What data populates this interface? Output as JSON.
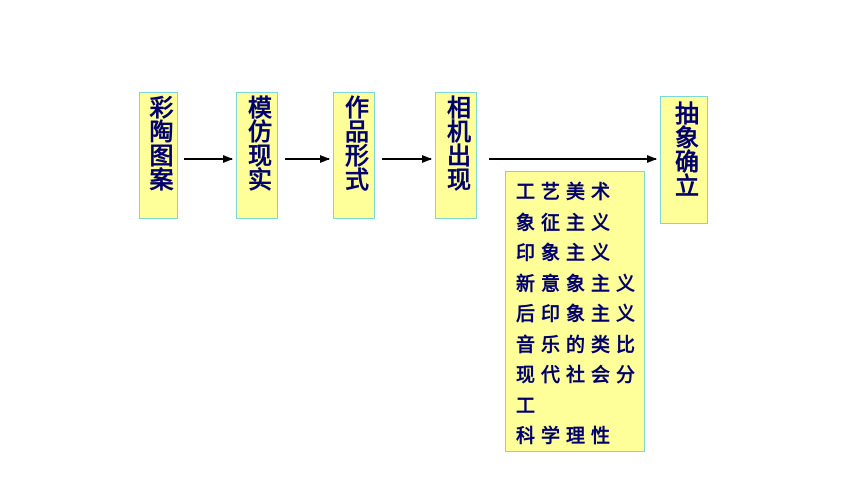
{
  "flow": {
    "step1": "彩陶图案",
    "step2": "模仿现实",
    "step3": "作品形式",
    "step4": "相机出现",
    "step5": "抽象确立"
  },
  "causes": [
    "工艺美术",
    "象征主义",
    "印象主义",
    "新意象主义",
    "后印象主义",
    "音乐的类比",
    "现代社会分",
    "工",
    "科学理性"
  ],
  "colors": {
    "box_fill": "#ffff99",
    "box_border": "#7fd6d6",
    "text": "#00006e",
    "arrow": "#000000"
  }
}
